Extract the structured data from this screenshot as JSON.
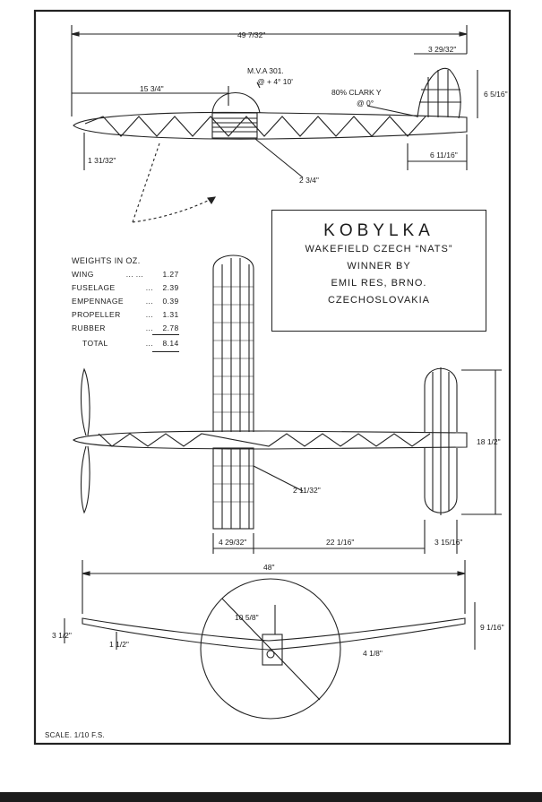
{
  "title": {
    "name": "KOBYLKA",
    "line1": "WAKEFIELD CZECH “NATS”",
    "line2": "WINNER BY",
    "line3": "EMIL RES, BRNO.",
    "line4": "CZECHOSLOVAKIA"
  },
  "weights": {
    "heading": "WEIGHTS IN OZ.",
    "rows": [
      {
        "label": "WING",
        "dots": "...   ...",
        "value": "1.27"
      },
      {
        "label": "FUSELAGE",
        "dots": "...",
        "value": "2.39"
      },
      {
        "label": "EMPENNAGE",
        "dots": "...",
        "value": "0.39"
      },
      {
        "label": "PROPELLER",
        "dots": "...",
        "value": "1.31"
      },
      {
        "label": "RUBBER",
        "dots": "...",
        "value": "2.78"
      }
    ],
    "total_label": "TOTAL",
    "total_dots": "...",
    "total_value": "8.14"
  },
  "dimensions": {
    "overall_length": "49 7/32\"",
    "wing_position": "15 3/4\"",
    "tail_chord": "3 29/32\"",
    "fin_height": "6 5/16\"",
    "fuselage_depth": "1 31/32\"",
    "fin_base": "6 11/16\"",
    "prop_drop": "2 3/4\"",
    "span_tail": "18 1/2\"",
    "wing_chord_mid": "2 11/32\"",
    "wing_root": "4 29/32\"",
    "tail_arm": "22 1/16\"",
    "stab_chord": "3 15/16\"",
    "wingspan": "48\"",
    "dihedral_left": "3 1/2\"",
    "dihedral_inner": "1 1/2\"",
    "prop_radius": "10 5/8\"",
    "fin_side": "9 1/16\"",
    "fin_lower": "4 1/8\""
  },
  "airfoils": {
    "wing_section": "M.V.A 301.",
    "wing_incidence": "@ + 4° 10'",
    "tail_section": "80% CLARK Y",
    "tail_incidence": "@ 0°"
  },
  "scale": "SCALE. 1/10 F.S."
}
